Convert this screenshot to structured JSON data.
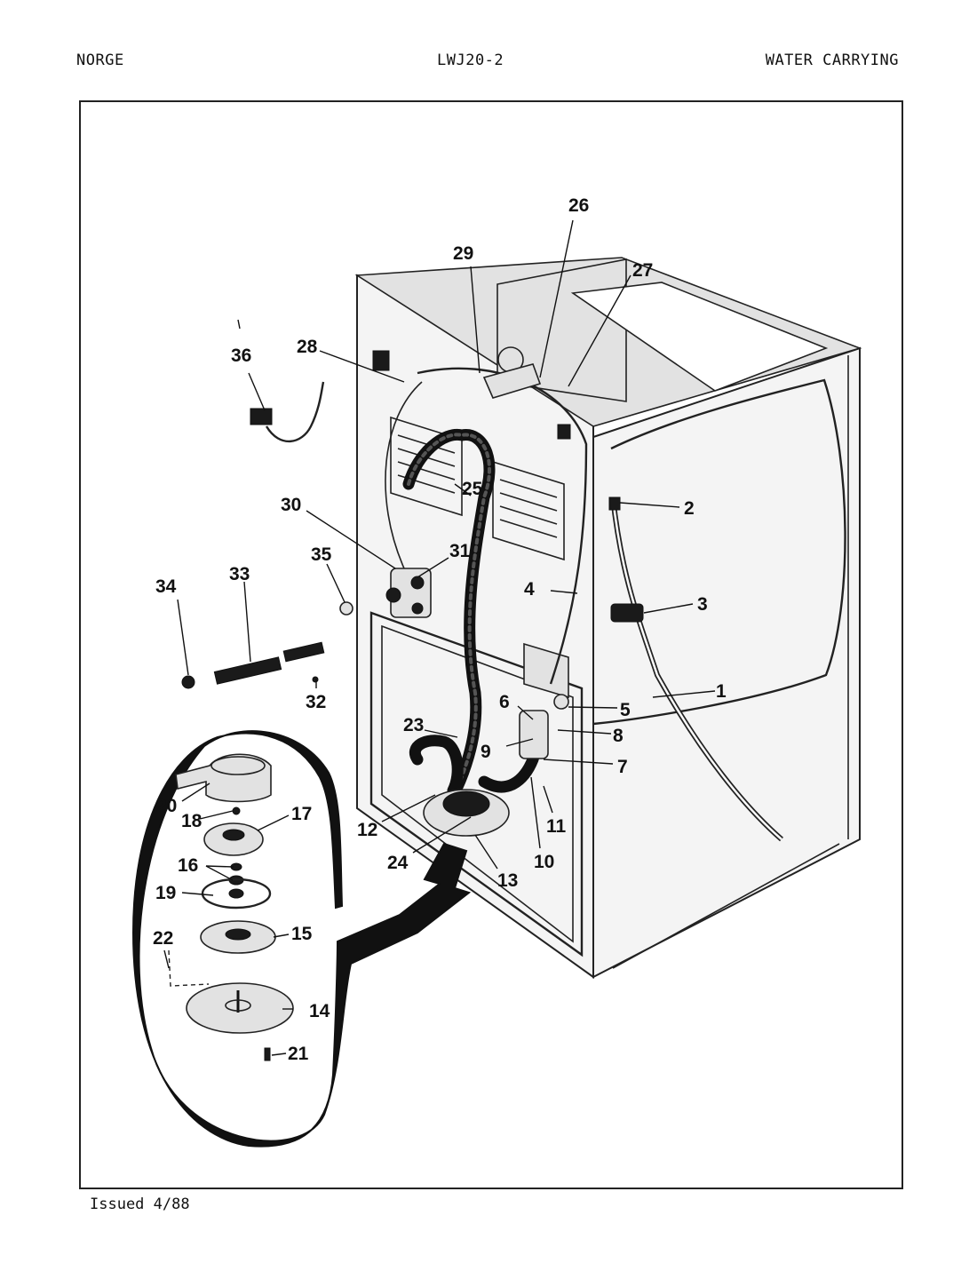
{
  "header": {
    "brand": "NORGE",
    "model": "LWJ20-2",
    "section": "WATER CARRYING"
  },
  "footer": {
    "issued": "Issued 4/88"
  },
  "diagram": {
    "callouts": {
      "c1": "1",
      "c2": "2",
      "c3": "3",
      "c4": "4",
      "c5": "5",
      "c6": "6",
      "c7": "7",
      "c8": "8",
      "c9": "9",
      "c10": "10",
      "c11": "11",
      "c12": "12",
      "c13": "13",
      "c14": "14",
      "c15": "15",
      "c16": "16",
      "c17": "17",
      "c18": "18",
      "c19": "19",
      "c20": "20",
      "c21": "21",
      "c22": "22",
      "c23": "23",
      "c24": "24",
      "c25": "25",
      "c26": "26",
      "c27": "27",
      "c28": "28",
      "c29": "29",
      "c30": "30",
      "c31": "31",
      "c32": "32",
      "c33": "33",
      "c34": "34",
      "c35": "35",
      "c36": "36"
    }
  }
}
